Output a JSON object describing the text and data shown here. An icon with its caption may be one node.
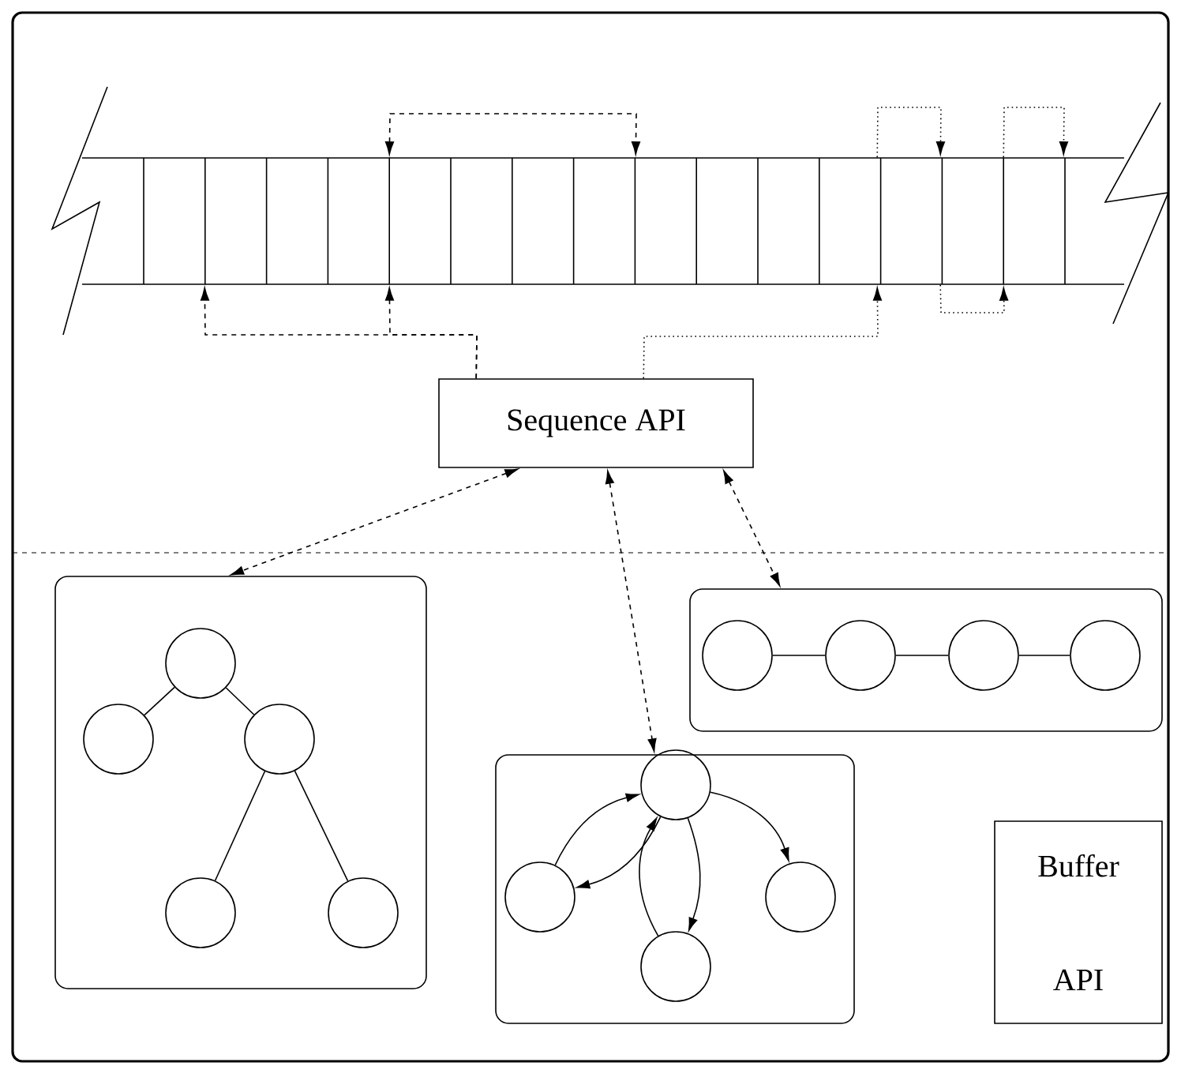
{
  "diagram": {
    "nodes": [
      {
        "text": [],
        "shape": "bar"
      },
      {
        "text": [
          "Sequence API"
        ]
      },
      {
        "text": [],
        "shape": "box"
      },
      {
        "text": [],
        "shape": "circle",
        "in": 2
      },
      {
        "text": [],
        "shape": "circle",
        "in": 2
      },
      {
        "text": [],
        "shape": "circle",
        "in": 2
      },
      {
        "text": [],
        "shape": "circle",
        "in": 2
      },
      {
        "text": [],
        "shape": "circle",
        "in": 2
      },
      {
        "text": [],
        "shape": "box"
      },
      {
        "text": [],
        "shape": "circle",
        "in": 8
      },
      {
        "text": [],
        "shape": "circle",
        "in": 8
      },
      {
        "text": [],
        "shape": "circle",
        "in": 8
      },
      {
        "text": [],
        "shape": "circle",
        "in": 8
      },
      {
        "text": [],
        "shape": "box"
      },
      {
        "text": [],
        "shape": "circle",
        "in": 13
      },
      {
        "text": [],
        "shape": "circle",
        "in": 13
      },
      {
        "text": [],
        "shape": "circle",
        "in": 13
      },
      {
        "text": [],
        "shape": "circle",
        "in": 13
      },
      {
        "text": [
          "Buffer API"
        ]
      }
    ],
    "edges": [
      {
        "from": 1,
        "to": 2,
        "arrow": "both",
        "style": "dashed"
      },
      {
        "from": 1,
        "to": 13,
        "arrow": "both",
        "style": "dashed"
      },
      {
        "from": 1,
        "to": 8,
        "arrow": "both",
        "style": "dashed"
      },
      {
        "from": 1,
        "to": 0,
        "arrow": "to",
        "style": "dashed"
      },
      {
        "from": 1,
        "to": 0,
        "arrow": "to",
        "style": "dashed"
      },
      {
        "from": 1,
        "to": 0,
        "arrow": "to",
        "style": "dashed"
      },
      {
        "from": 0,
        "to": 0,
        "arrow": "both",
        "style": "dashed"
      },
      {
        "from": 0,
        "to": 0,
        "arrow": "to",
        "style": "dashed"
      },
      {
        "from": 0,
        "to": 0,
        "arrow": "to",
        "style": "dashed"
      },
      {
        "from": 0,
        "to": 0,
        "arrow": "to",
        "style": "dashed"
      },
      {
        "from": 3,
        "to": 4,
        "arrow": "none"
      },
      {
        "from": 3,
        "to": 5,
        "arrow": "none"
      },
      {
        "from": 5,
        "to": 6,
        "arrow": "none"
      },
      {
        "from": 5,
        "to": 7,
        "arrow": "none"
      },
      {
        "from": 9,
        "to": 10,
        "arrow": "none"
      },
      {
        "from": 10,
        "to": 11,
        "arrow": "none"
      },
      {
        "from": 11,
        "to": 12,
        "arrow": "none"
      },
      {
        "from": 15,
        "to": 14,
        "arrow": "to"
      },
      {
        "from": 14,
        "to": 15,
        "arrow": "to"
      },
      {
        "from": 17,
        "to": 14,
        "arrow": "to"
      },
      {
        "from": 14,
        "to": 17,
        "arrow": "to"
      },
      {
        "from": 14,
        "to": 16,
        "arrow": "to"
      }
    ]
  }
}
